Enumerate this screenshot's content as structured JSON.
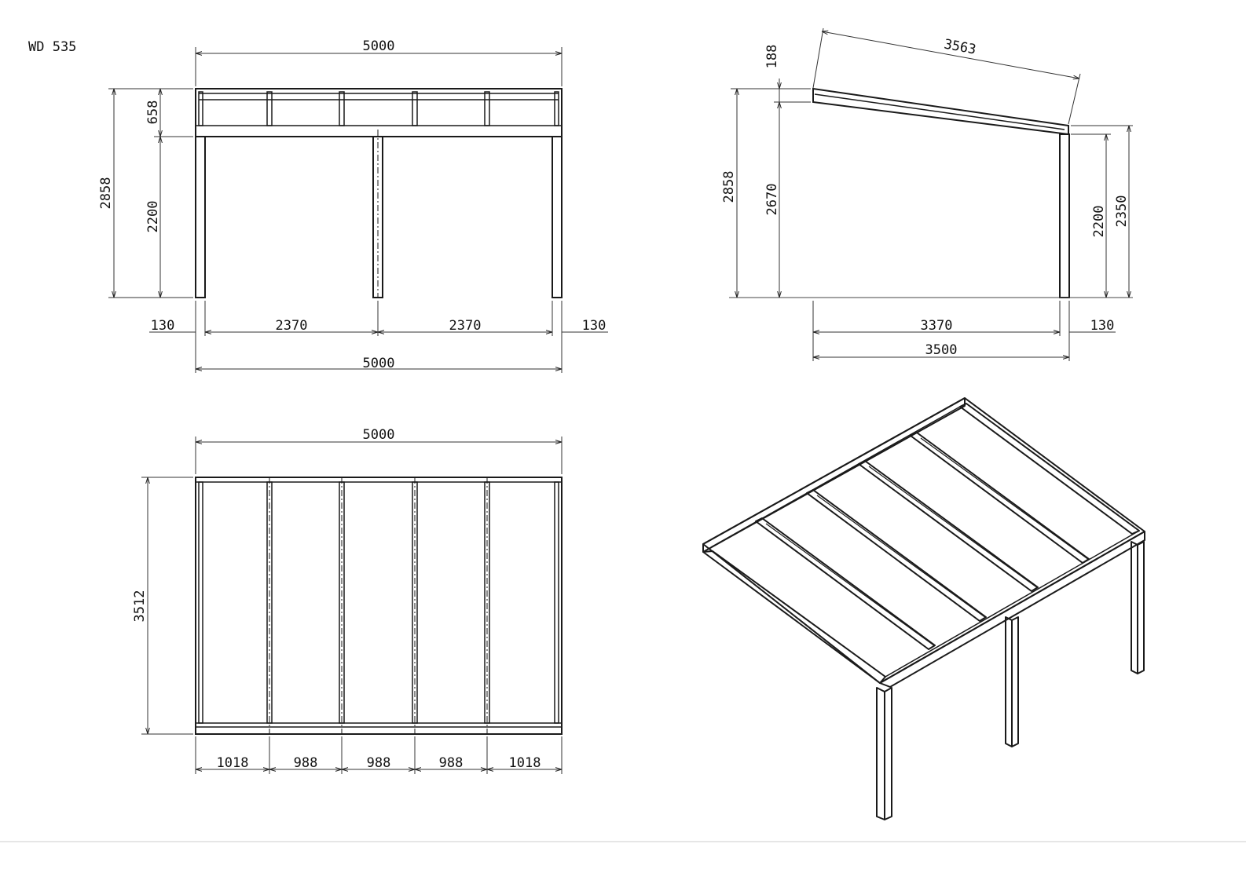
{
  "model_code": "WD 535",
  "colors": {
    "line": "#1a1a1a",
    "dim_line": "#333333",
    "background": "#ffffff"
  },
  "front_view": {
    "width_top": "5000",
    "total_height": "2858",
    "roof_height": "658",
    "post_height": "2200",
    "overhang_left": "130",
    "span_left": "2370",
    "span_right": "2370",
    "overhang_right": "130",
    "width_bottom": "5000"
  },
  "side_view": {
    "rafter_length": "3563",
    "gutter_drop": "188",
    "total_height": "2858",
    "wall_height": "2670",
    "post_height": "2200",
    "front_height": "2350",
    "depth_inner": "3370",
    "post_offset": "130",
    "depth_total": "3500"
  },
  "top_view": {
    "width_top": "5000",
    "depth": "3512",
    "bays": [
      "1018",
      "988",
      "988",
      "988",
      "1018"
    ]
  }
}
